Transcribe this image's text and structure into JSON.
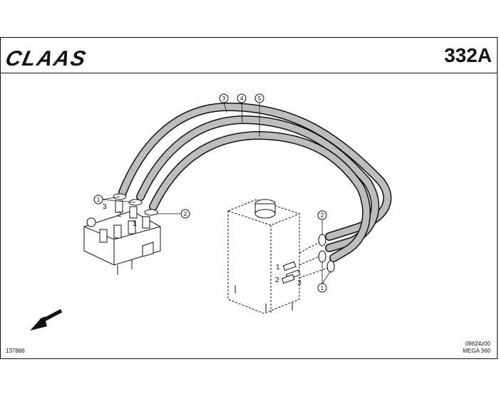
{
  "header": {
    "logo_text": "CLAAS",
    "page_number": "332A"
  },
  "footer": {
    "drawing_id": "137886",
    "ref_code": "09624z00",
    "model": "MEGA 360"
  },
  "callouts": {
    "hose_3": "3",
    "hose_4": "4",
    "hose_5": "5",
    "clamp_left_1": "1",
    "clamp_left_2": "2",
    "clamp_right_2": "2",
    "clamp_right_1": "1"
  },
  "labels": {
    "valve_port_3": "3",
    "valve_port_2": "2",
    "valve_port_1": "1",
    "tank_port_1": "1",
    "tank_port_2": "2",
    "tank_port_3": "3"
  }
}
